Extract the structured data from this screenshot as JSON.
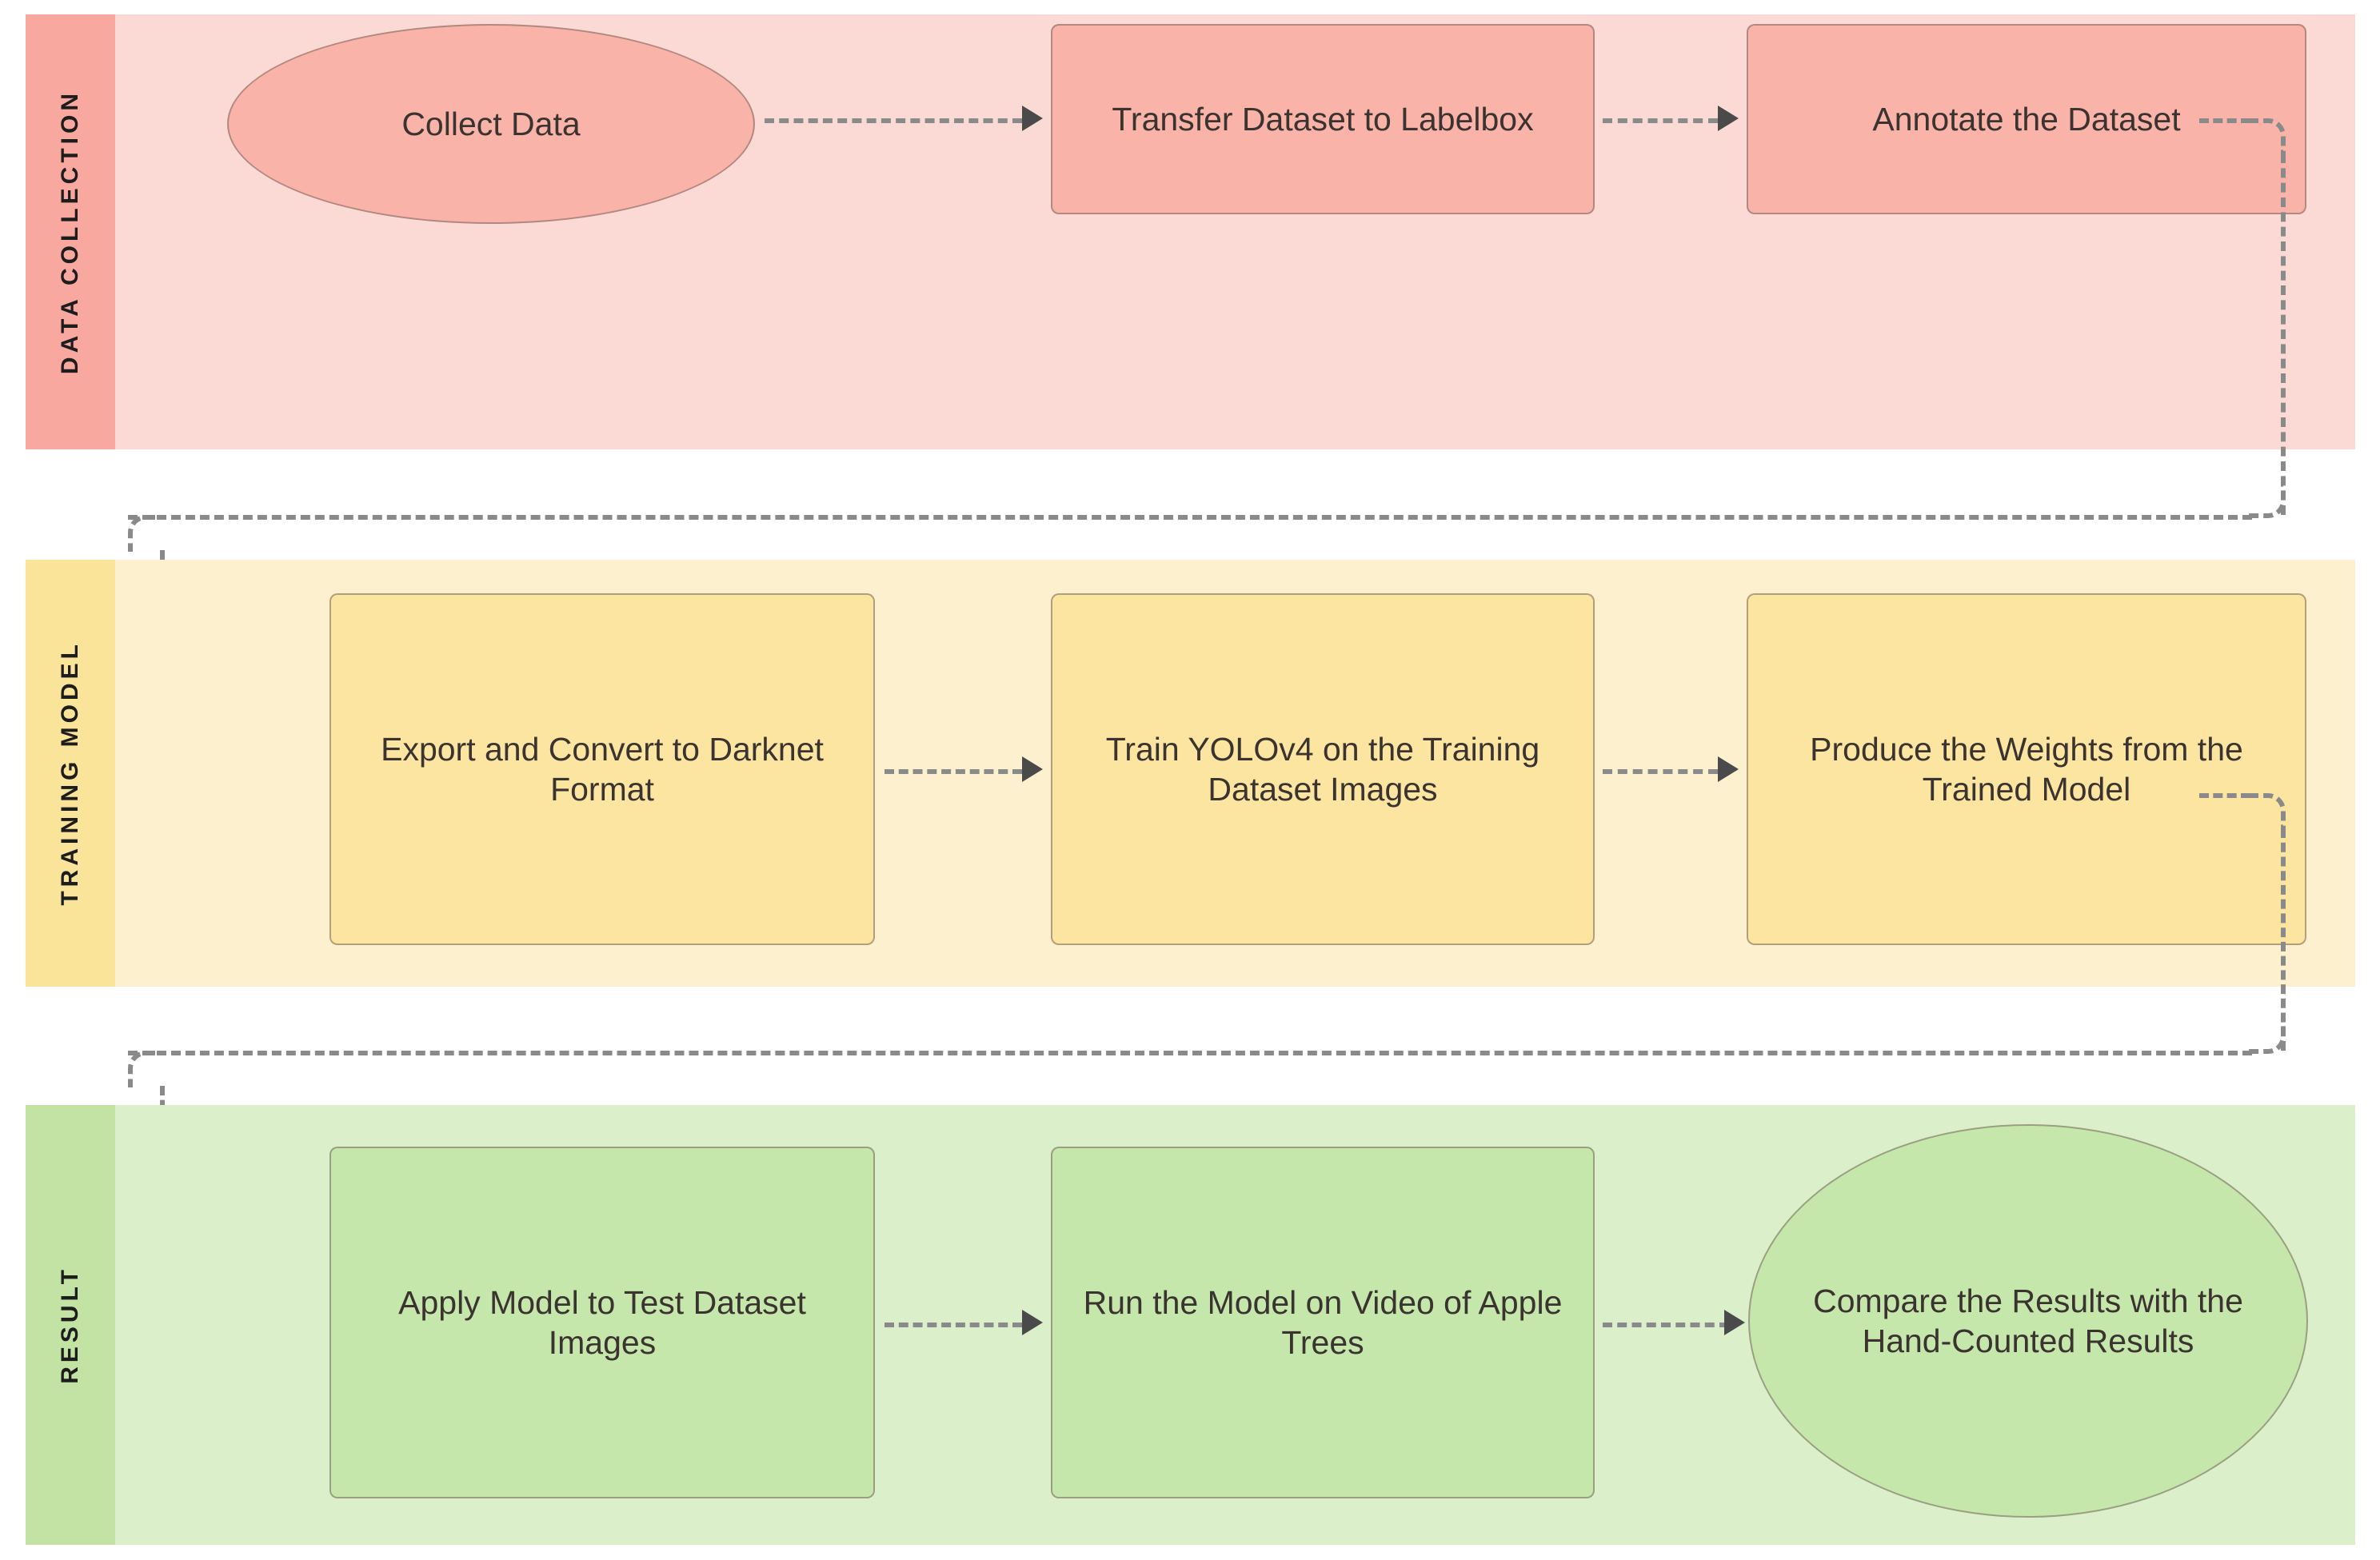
{
  "diagram": {
    "title": "Apple Detection Pipeline Swimlane Flowchart",
    "type": "swimlane-flowchart",
    "colors": {
      "lane1_header": "#f9a8a0",
      "lane1_body": "#fbd9d4",
      "lane1_node": "#fab3a9",
      "lane2_header": "#fae49a",
      "lane2_body": "#fcf0cf",
      "lane2_node": "#fbe5a0",
      "lane3_header": "#c3e3a4",
      "lane3_body": "#dcefcb",
      "lane3_node": "#c6e7ab",
      "connector": "#8a8a8a",
      "node_border": "#8a7470",
      "text": "#3a3330"
    },
    "lanes": [
      {
        "id": "data-collection",
        "label": "DATA  COLLECTION",
        "nodes": [
          {
            "id": "collect-data",
            "shape": "ellipse",
            "label": "Collect Data"
          },
          {
            "id": "transfer-dataset",
            "shape": "rect",
            "label": "Transfer Dataset to Labelbox"
          },
          {
            "id": "annotate-dataset",
            "shape": "rect",
            "label": "Annotate the Dataset"
          }
        ]
      },
      {
        "id": "training-model",
        "label": "TRAINING  MODEL",
        "nodes": [
          {
            "id": "export-convert",
            "shape": "rect",
            "label": "Export and Convert to Darknet Format"
          },
          {
            "id": "train-yolov4",
            "shape": "rect",
            "label": "Train YOLOv4 on the Training Dataset Images"
          },
          {
            "id": "produce-weights",
            "shape": "rect",
            "label": "Produce the Weights from the Trained Model"
          }
        ]
      },
      {
        "id": "result",
        "label": "RESULT",
        "nodes": [
          {
            "id": "apply-model",
            "shape": "rect",
            "label": "Apply Model to Test Dataset Images"
          },
          {
            "id": "run-model-video",
            "shape": "rect",
            "label": "Run the Model on Video of Apple Trees"
          },
          {
            "id": "compare-results",
            "shape": "ellipse",
            "label": "Compare the Results with the Hand-Counted Results"
          }
        ]
      }
    ],
    "connectors": [
      {
        "id": "collect-to-transfer",
        "from": "collect-data",
        "to": "transfer-dataset",
        "style": "dashed",
        "arrow": "right"
      },
      {
        "id": "transfer-to-annotate",
        "from": "transfer-dataset",
        "to": "annotate-dataset",
        "style": "dashed",
        "arrow": "right"
      },
      {
        "id": "annotate-to-export",
        "from": "annotate-dataset",
        "to": "export-convert",
        "style": "dashed",
        "arrow": "right",
        "routing": "right-down-left-down-right"
      },
      {
        "id": "export-to-train",
        "from": "export-convert",
        "to": "train-yolov4",
        "style": "dashed",
        "arrow": "right"
      },
      {
        "id": "train-to-weights",
        "from": "train-yolov4",
        "to": "produce-weights",
        "style": "dashed",
        "arrow": "right"
      },
      {
        "id": "weights-to-apply",
        "from": "produce-weights",
        "to": "apply-model",
        "style": "dashed",
        "arrow": "right",
        "routing": "right-down-left-down-right"
      },
      {
        "id": "apply-to-run",
        "from": "apply-model",
        "to": "run-model-video",
        "style": "dashed",
        "arrow": "right"
      },
      {
        "id": "run-to-compare",
        "from": "run-model-video",
        "to": "compare-results",
        "style": "dashed",
        "arrow": "right"
      }
    ]
  }
}
